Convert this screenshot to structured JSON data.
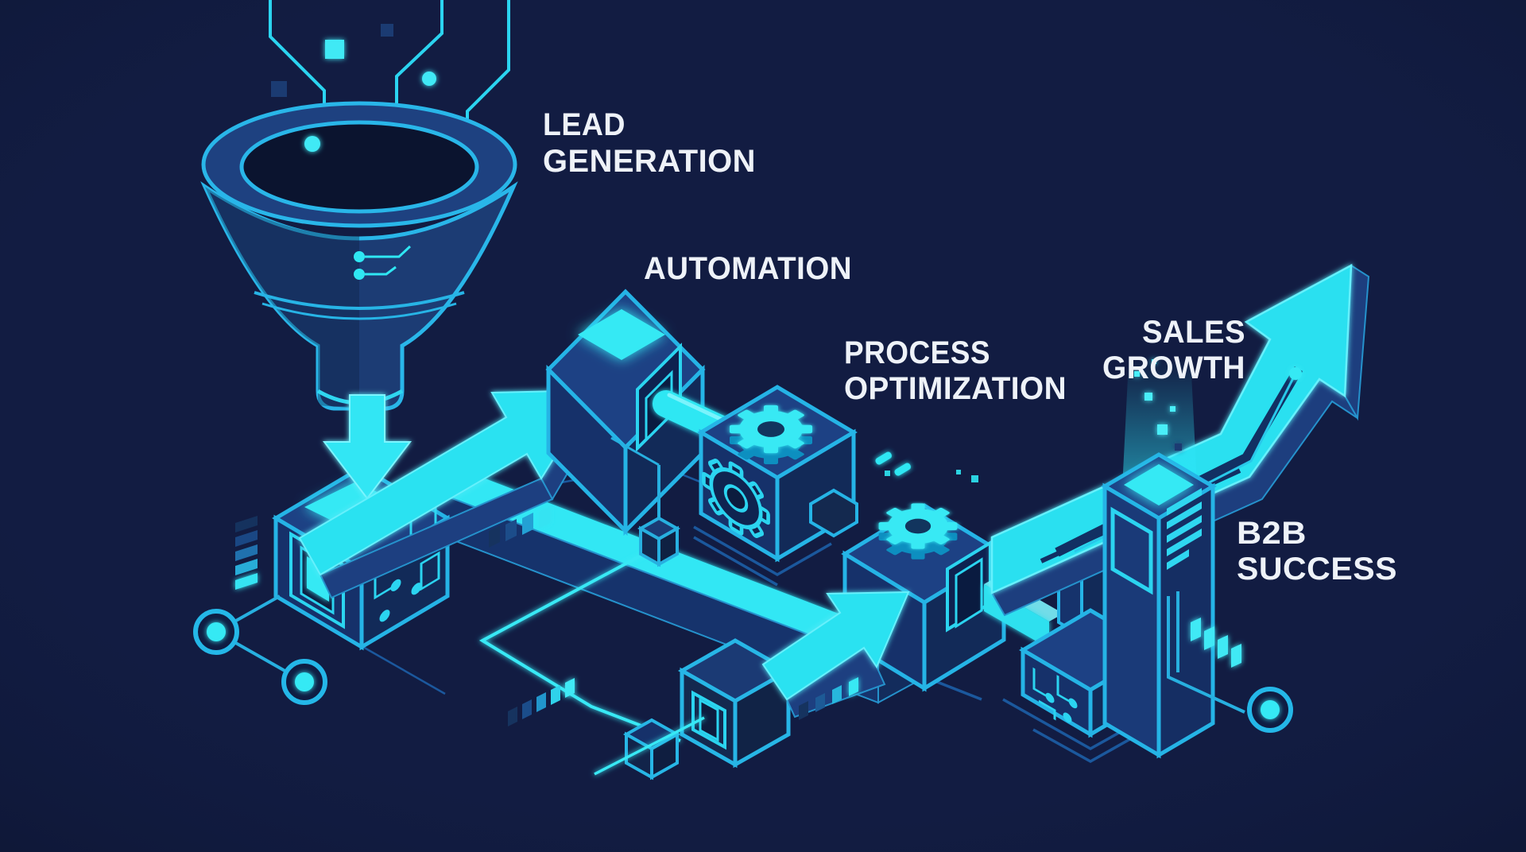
{
  "illustration": {
    "title": "B2B sales process isometric infographic",
    "colors": {
      "background": "#111b40",
      "navy_fill": "#1b3a74",
      "navy_deep": "#122a58",
      "cyan_line": "#25b4e6",
      "cyan_bright": "#30e6f4",
      "cyan_glow": "#66f4ff",
      "text": "#eef2f8",
      "wireframe_blue": "#1d63ad"
    },
    "stages": [
      {
        "id": "lead-generation",
        "line1": "LEAD",
        "line2": "GENERATION",
        "icon": "funnel-icon"
      },
      {
        "id": "automation",
        "line1": "AUTOMATION",
        "line2": "",
        "icon": "cube-port-icon"
      },
      {
        "id": "process-optimization",
        "line1": "PROCESS",
        "line2": "OPTIMIZATION",
        "icon": "gear-cube-icon"
      },
      {
        "id": "sales-growth",
        "line1": "SALES",
        "line2": "GROWTH",
        "icon": "growth-arrow-icon"
      },
      {
        "id": "b2b-success",
        "line1": "B2B",
        "line2": "SUCCESS",
        "icon": "server-tower-icon"
      }
    ],
    "decorations": [
      "circuit-trace-lines",
      "funnel-icon",
      "down-arrow-icon",
      "conveyor-beam",
      "flow-arrow-icon",
      "gear-icon",
      "circuit-cube-icon",
      "server-tower-icon",
      "growth-arrow-icon",
      "node-dot-icon",
      "dash-marks",
      "chip-cube-icon"
    ]
  }
}
